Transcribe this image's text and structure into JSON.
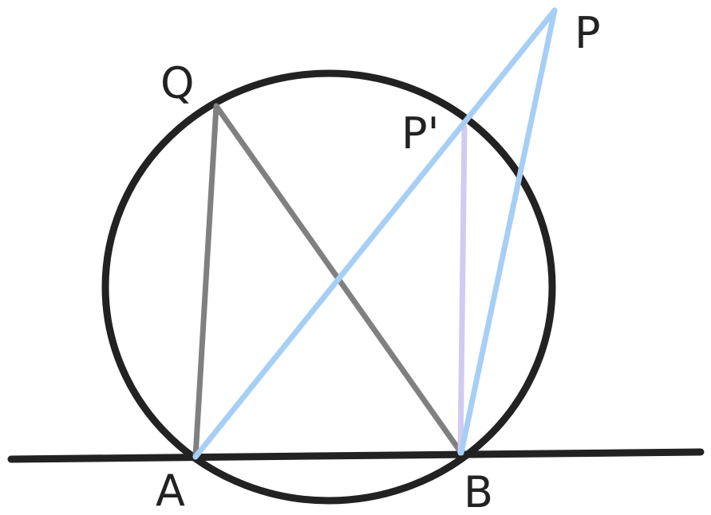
{
  "labels": {
    "A": "A",
    "B": "B",
    "Q": "Q",
    "P": "P",
    "P_prime": "P'"
  },
  "colors": {
    "outline": "#222222",
    "triangle_aqb": "#808080",
    "triangle_apb": "#a7cff5",
    "segment_pprime_b": "#cfcbf2",
    "background": "#ffffff"
  }
}
